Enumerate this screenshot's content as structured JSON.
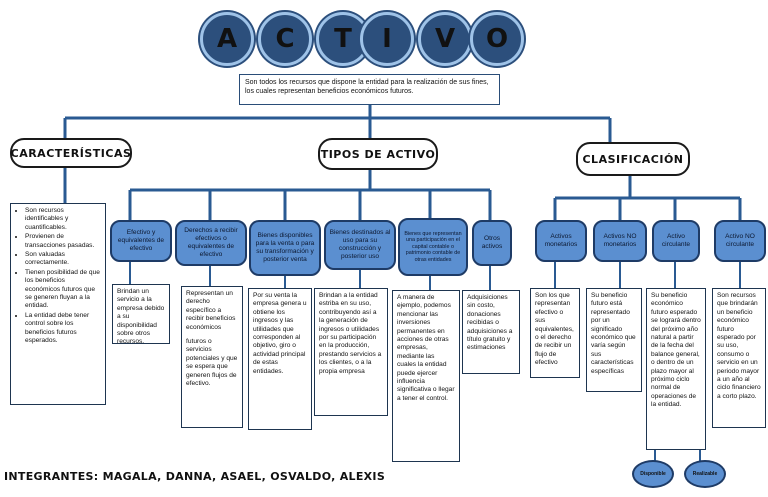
{
  "title_letters": [
    "A",
    "C",
    "T",
    "I",
    "V",
    "O"
  ],
  "definition": "Son todos los recursos que dispone la entidad para la realización de sus fines, los cuales representan beneficios económicos futuros.",
  "categories": {
    "caracteristicas": "CARACTERÍSTICAS",
    "tipos": "TIPOS DE ACTIVO",
    "clasificacion": "CLASIFICACIÓN"
  },
  "caracteristicas_items": [
    "Son recursos identificables y cuantificables.",
    "Provienen de transacciones pasadas.",
    "Son valuadas correctamente.",
    "Tienen posibilidad de que los beneficios económicos futuros que se generen fluyan a la entidad.",
    "La entidad debe tener control sobre los beneficios futuros esperados."
  ],
  "tipos": [
    {
      "label": "Efectivo y equivalentes de efectivo",
      "desc": [
        "Brindan un servicio a la empresa debido a su disponibilidad sobre otros recursos."
      ]
    },
    {
      "label": "Derechos a recibir efectivos o equivalentes de efectivo",
      "desc": [
        "Representan un derecho específico a recibir beneficios económicos",
        "futuros o servicios potenciales y que se espera que generen flujos de efectivo."
      ]
    },
    {
      "label": "Bienes disponibles para la venta o para su transformación y posterior venta",
      "desc": [
        "Por su venta la empresa genera u obtiene los ingresos y las utilidades que corresponden al objetivo, giro o actividad principal de estas entidades."
      ]
    },
    {
      "label": "Bienes destinados al uso para su construcción y posterior uso",
      "desc": [
        "Brindan a la entidad estriba en su uso, contribuyendo así a la generación de ingresos o utilidades por su participación en la producción, prestando servicios a los clientes, o a la propia empresa"
      ]
    },
    {
      "label": "Bienes que representan una participación en el capital contable o patrimonio contable de otras entidades",
      "desc": [
        "A manera de ejemplo, podemos mencionar las inversiones permanentes en acciones de otras empresas, mediante las cuales la entidad puede ejercer influencia significativa o llegar a tener el control."
      ]
    },
    {
      "label": "Otros activos",
      "desc": [
        "Adquisiciones sin costo, donaciones recibidas o adquisiciones a título gratuito y estimaciones"
      ]
    }
  ],
  "clasificacion": [
    {
      "label": "Activos monetarios",
      "desc": "Son los que representan efectivo o sus equivalentes, o el derecho de recibir un flujo de efectivo"
    },
    {
      "label": "Activos NO monetarios",
      "desc": "Su beneficio futuro está representado por un significado económico que varía según sus características específicas"
    },
    {
      "label": "Activo circulante",
      "desc": "Su beneficio económico futuro esperado se logrará dentro del próximo año natural a partir de la fecha del balance general, o dentro de un plazo mayor al próximo ciclo normal de operaciones de la entidad."
    },
    {
      "label": "Activo NO circulante",
      "desc": "Son recursos que brindarán un beneficio económico futuro esperado por su uso, consumo o servicio en un periodo mayor a un año al ciclo financiero a corto plazo."
    }
  ],
  "circulante_sub": [
    "Disponible",
    "Realizable"
  ],
  "footer": "INTEGRANTES: MAGALA, DANNA, ASAEL, OSVALDO, ALEXIS",
  "colors": {
    "bubble": "#5b8fd0",
    "dark_blue": "#2c4f7c",
    "line": "#2a5a92"
  }
}
